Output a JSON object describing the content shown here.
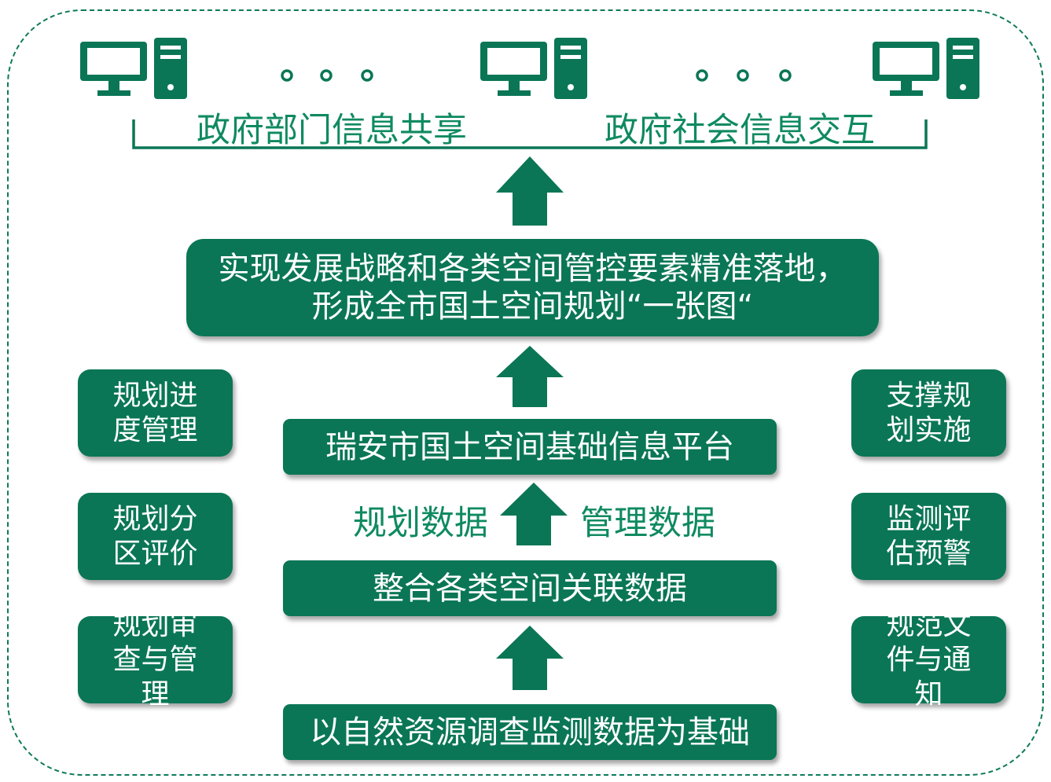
{
  "top": {
    "labels": {
      "left": "政府部门信息共享",
      "right": "政府社会信息交互"
    },
    "dots": "。。。"
  },
  "goal_box": {
    "line1": "实现发展战略和各类空间管控要素精准落地，",
    "line2": "形成全市国土空间规划“一张图“"
  },
  "platform_box": "瑞安市国土空间基础信息平台",
  "data_labels": {
    "left": "规划数据",
    "right": "管理数据"
  },
  "integrate_box": "整合各类空间关联数据",
  "base_box": "以自然资源调查监测数据为基础",
  "left_boxes": [
    "规划进度管理",
    "规划分区评价",
    "规划审查与管理"
  ],
  "right_boxes": [
    "支撑规划实施",
    "监测评估预警",
    "规范文件与通知"
  ],
  "colors": {
    "primary": "#0a7656",
    "label_text": "#0f8a60",
    "frame": "#0e7a5a"
  }
}
